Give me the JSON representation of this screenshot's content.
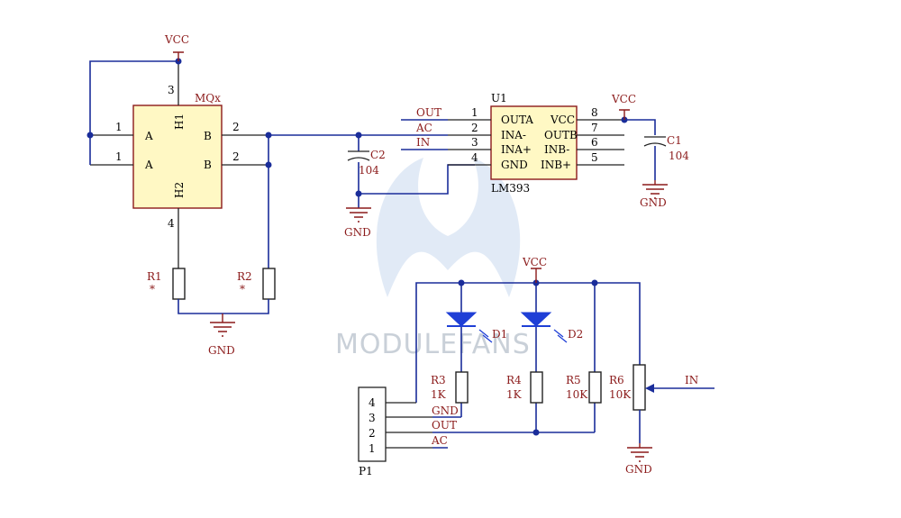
{
  "colors": {
    "wire": "#1a2d9a",
    "label": "#8b1a1a",
    "ic_fill": "#fff8c4",
    "led": "#1f3fd6",
    "watermark": "#c9d0d8"
  },
  "sensor": {
    "ref": "MQx",
    "pin_a": "A",
    "pin_b": "B",
    "h1": "H1",
    "h2": "H2",
    "pin1a": "1",
    "pin1b": "1",
    "pin2a": "2",
    "pin2b": "2",
    "pin3": "3",
    "pin4": "4"
  },
  "power": {
    "vcc": "VCC",
    "gnd": "GND"
  },
  "resistors": {
    "r1": {
      "ref": "R1",
      "value": "*"
    },
    "r2": {
      "ref": "R2",
      "value": "*"
    },
    "r3": {
      "ref": "R3",
      "value": "1K"
    },
    "r4": {
      "ref": "R4",
      "value": "1K"
    },
    "r5": {
      "ref": "R5",
      "value": "10K"
    },
    "r6": {
      "ref": "R6",
      "value": "10K"
    }
  },
  "capacitors": {
    "c1": {
      "ref": "C1",
      "value": "104"
    },
    "c2": {
      "ref": "C2",
      "value": "104"
    }
  },
  "comparator": {
    "ref": "U1",
    "part": "LM393",
    "left_pins": [
      {
        "num": "1",
        "name": "OUTA",
        "net": "OUT"
      },
      {
        "num": "2",
        "name": "INA-",
        "net": "AC"
      },
      {
        "num": "3",
        "name": "INA+",
        "net": "IN"
      },
      {
        "num": "4",
        "name": "GND",
        "net": ""
      }
    ],
    "right_pins": [
      {
        "num": "8",
        "name": "VCC"
      },
      {
        "num": "7",
        "name": "OUTB"
      },
      {
        "num": "6",
        "name": "INB-"
      },
      {
        "num": "5",
        "name": "INB+"
      }
    ]
  },
  "leds": {
    "d1": "D1",
    "d2": "D2"
  },
  "header": {
    "ref": "P1",
    "pins": [
      "4",
      "3",
      "2",
      "1"
    ],
    "nets": [
      "GND",
      "OUT",
      "AC"
    ]
  },
  "pot_net": "IN",
  "watermark": "MODULEFANS"
}
